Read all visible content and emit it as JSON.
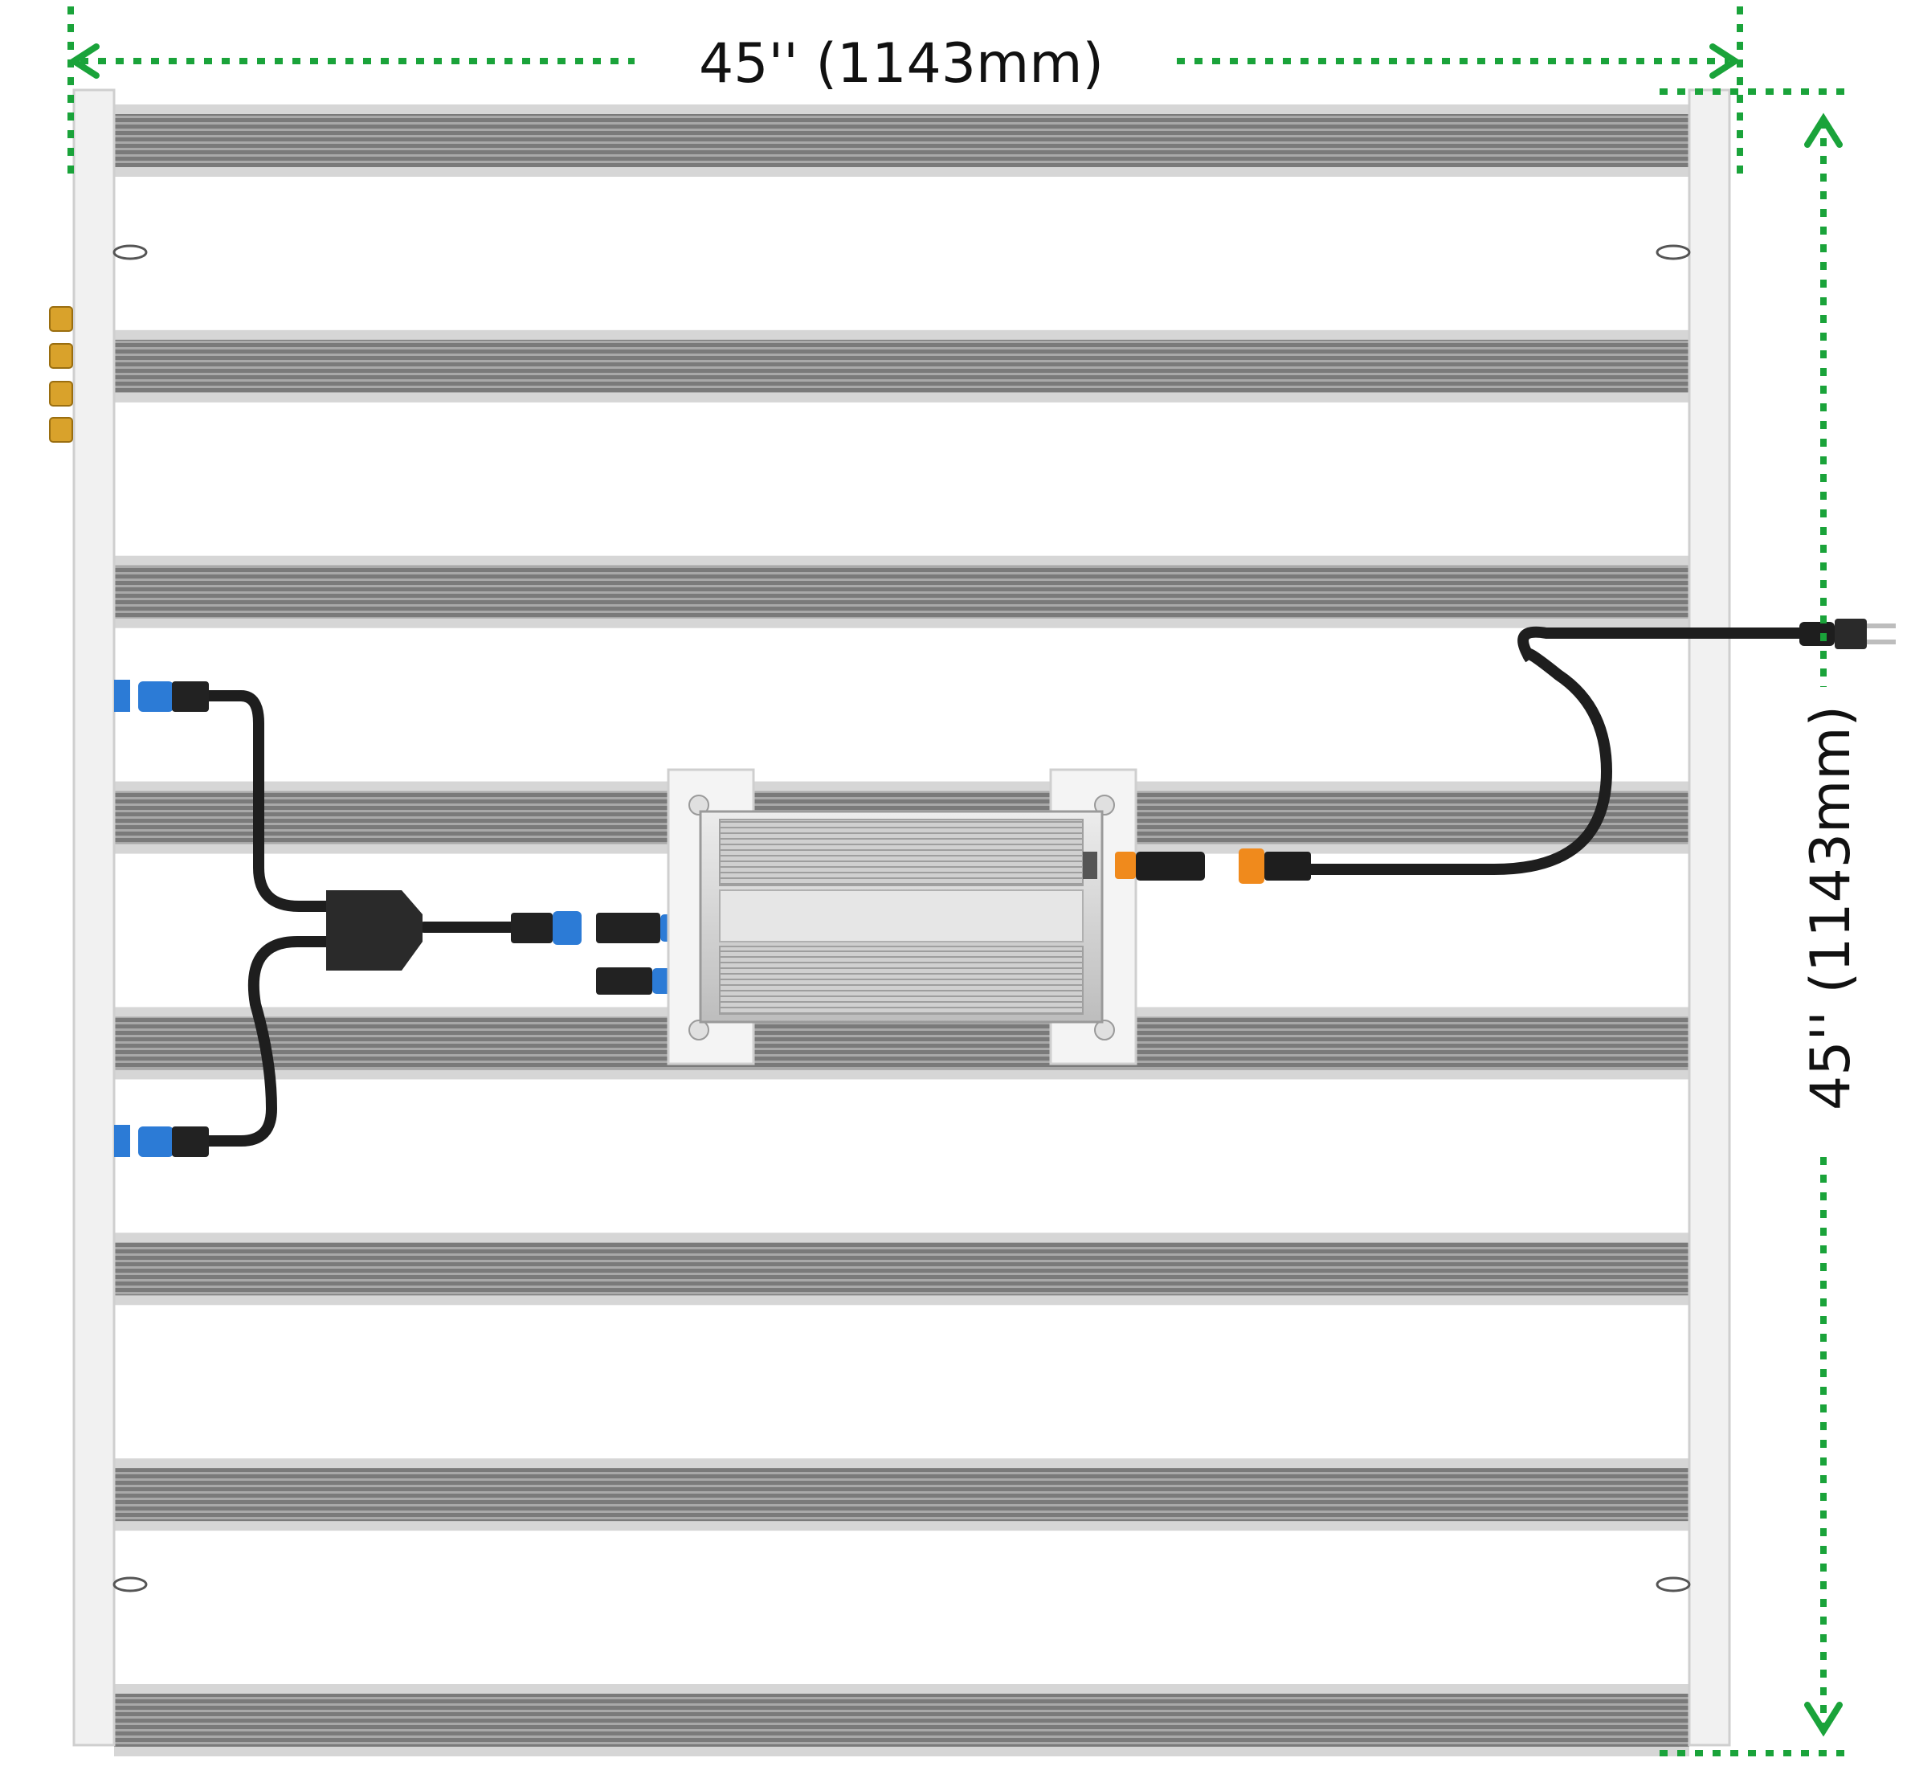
{
  "dimensions": {
    "width_label": "45'' (1143mm)",
    "height_label": "45'' (1143mm)"
  },
  "colors": {
    "dimension_line": "#1aa33a",
    "bar_dark": "#6f6f6f",
    "bar_light": "#d4d4d4",
    "rail": "#efefef",
    "cable": "#1e1e1e",
    "connector_blue": "#2c7bd6",
    "connector_orange": "#f08a1c",
    "driver_body": "#d9d9d9",
    "bracket": "#f2f2f2",
    "gold_knob": "#d9a22b"
  },
  "components": {
    "light_bar_count": 8,
    "connector_colors": [
      "blue",
      "orange"
    ]
  }
}
